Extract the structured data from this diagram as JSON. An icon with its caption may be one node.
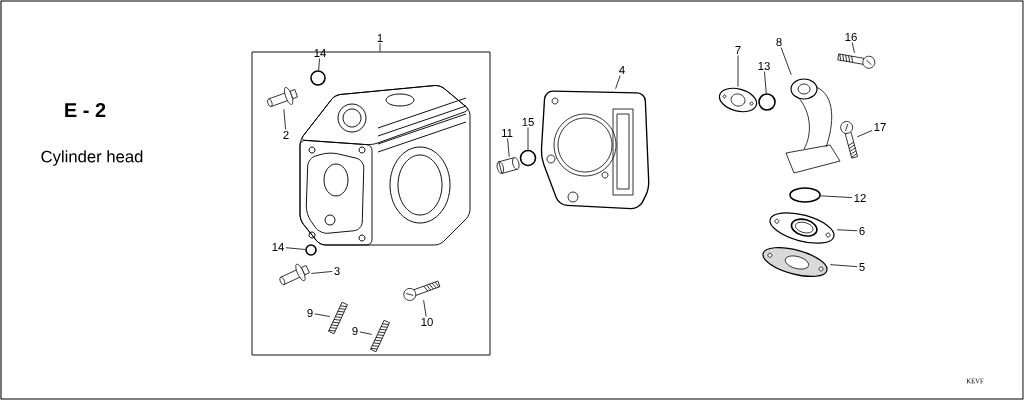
{
  "diagram": {
    "nodes": [
      {
        "text": [],
        "shape": "box"
      },
      {
        "text": [
          "1"
        ]
      },
      {
        "text": [
          "14"
        ],
        "in": 0
      },
      {
        "text": [],
        "shape": "circle",
        "in": 0
      },
      {
        "text": [
          "2"
        ],
        "in": 0
      },
      {
        "text": [],
        "shape": "picture",
        "in": 0
      },
      {
        "text": [
          "14"
        ],
        "in": 0
      },
      {
        "text": [],
        "shape": "circle",
        "in": 0
      },
      {
        "text": [
          "3"
        ],
        "in": 0
      },
      {
        "text": [],
        "shape": "picture",
        "in": 0
      },
      {
        "text": [
          "9"
        ],
        "in": 0
      },
      {
        "text": [],
        "shape": "picture",
        "in": 0
      },
      {
        "text": [
          "9"
        ],
        "in": 0
      },
      {
        "text": [],
        "shape": "picture",
        "in": 0
      },
      {
        "text": [
          "10"
        ],
        "in": 0
      },
      {
        "text": [],
        "shape": "picture",
        "in": 0
      },
      {
        "text": [
          "11"
        ]
      },
      {
        "text": [],
        "shape": "picture"
      },
      {
        "text": [
          "15"
        ]
      },
      {
        "text": [],
        "shape": "circle"
      },
      {
        "text": [
          "4"
        ]
      },
      {
        "text": [],
        "shape": "picture"
      },
      {
        "text": [
          "7"
        ]
      },
      {
        "text": [],
        "shape": "picture"
      },
      {
        "text": [
          "8"
        ]
      },
      {
        "text": [],
        "shape": "picture"
      },
      {
        "text": [
          "13"
        ]
      },
      {
        "text": [],
        "shape": "circle"
      },
      {
        "text": [
          "16"
        ]
      },
      {
        "text": [],
        "shape": "picture"
      },
      {
        "text": [
          "17"
        ]
      },
      {
        "text": [],
        "shape": "picture"
      },
      {
        "text": [
          "12"
        ]
      },
      {
        "text": [],
        "shape": "circle"
      },
      {
        "text": [
          "6"
        ]
      },
      {
        "text": [],
        "shape": "picture"
      },
      {
        "text": [
          "5"
        ]
      },
      {
        "text": [],
        "shape": "picture"
      }
    ],
    "edges": [
      {
        "from": 1,
        "to": 0,
        "arrow": "none"
      },
      {
        "from": 2,
        "to": 3,
        "arrow": "none"
      },
      {
        "from": 4,
        "to": 5,
        "arrow": "none"
      },
      {
        "from": 6,
        "to": 7,
        "arrow": "none"
      },
      {
        "from": 8,
        "to": 9,
        "arrow": "none"
      },
      {
        "from": 10,
        "to": 11,
        "arrow": "none"
      },
      {
        "from": 12,
        "to": 13,
        "arrow": "none"
      },
      {
        "from": 14,
        "to": 15,
        "arrow": "none"
      },
      {
        "from": 16,
        "to": 17,
        "arrow": "none"
      },
      {
        "from": 18,
        "to": 19,
        "arrow": "none"
      },
      {
        "from": 20,
        "to": 21,
        "arrow": "none"
      },
      {
        "from": 22,
        "to": 23,
        "arrow": "none"
      },
      {
        "from": 24,
        "to": 25,
        "arrow": "none"
      },
      {
        "from": 26,
        "to": 27,
        "arrow": "none"
      },
      {
        "from": 28,
        "to": 29,
        "arrow": "none"
      },
      {
        "from": 30,
        "to": 31,
        "arrow": "none"
      },
      {
        "from": 32,
        "to": 33,
        "arrow": "none"
      },
      {
        "from": 34,
        "to": 35,
        "arrow": "none"
      },
      {
        "from": 36,
        "to": 37,
        "arrow": "none"
      }
    ],
    "labels": [
      "E - 2",
      "Cylinder head",
      "KEVF"
    ]
  }
}
